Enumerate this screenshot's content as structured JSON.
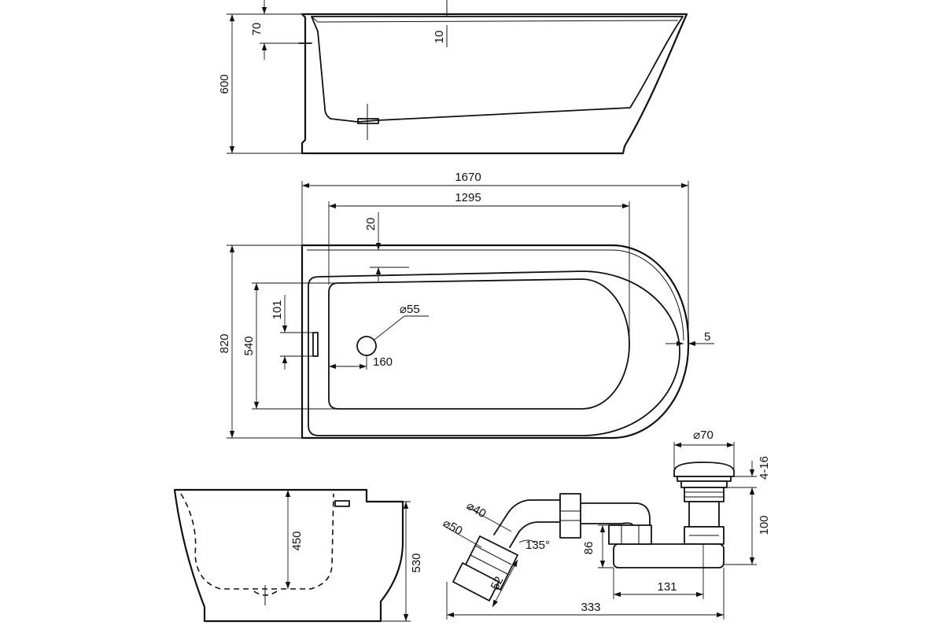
{
  "side_view": {
    "overall_height": "600",
    "overflow_height": "70",
    "rim_thickness": "10"
  },
  "top_view": {
    "overall_length": "1670",
    "inner_length": "1295",
    "rim_offset": "20",
    "overall_width": "820",
    "inner_width": "540",
    "overflow_spacing": "101",
    "drain_diameter": "⌀55",
    "drain_offset": "160",
    "wall_gap": "5"
  },
  "end_view": {
    "inner_depth": "450",
    "outer_height": "530"
  },
  "siphon": {
    "plug_diameter": "⌀70",
    "plug_travel": "4-16",
    "drain_height": "100",
    "pipe_diameter": "⌀40",
    "outlet_diameter": "⌀50",
    "bend_angle": "135°",
    "trap_height": "86",
    "trap_length": "131",
    "outlet_length": "52",
    "total_length": "333"
  }
}
